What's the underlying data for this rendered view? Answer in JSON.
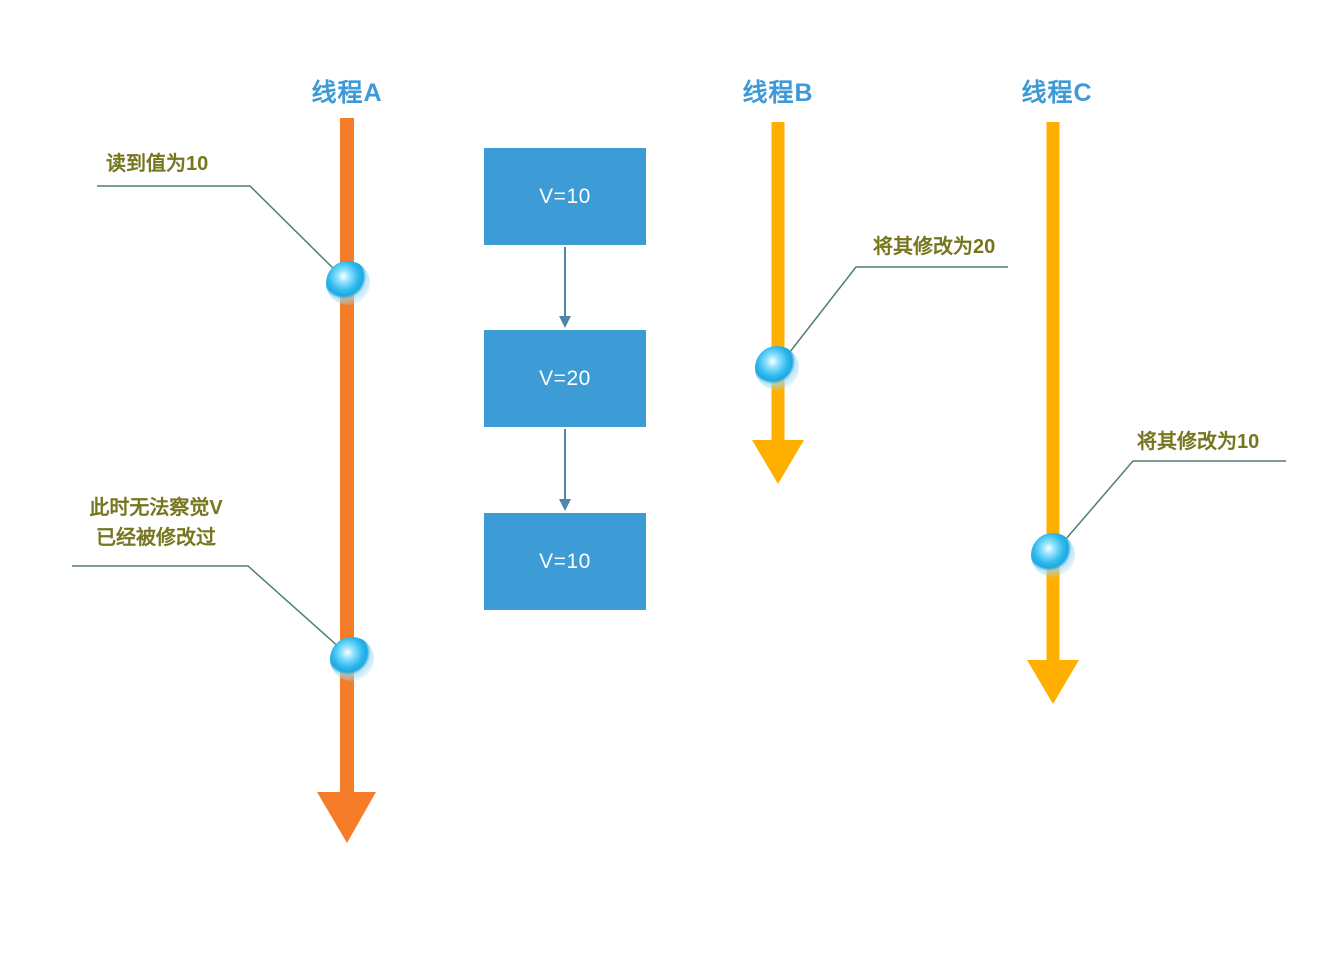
{
  "threads": [
    {
      "id": "A",
      "label": "线程A"
    },
    {
      "id": "B",
      "label": "线程B"
    },
    {
      "id": "C",
      "label": "线程C"
    }
  ],
  "value_boxes": [
    {
      "label": "V=10"
    },
    {
      "label": "V=20"
    },
    {
      "label": "V=10"
    }
  ],
  "annotations": [
    {
      "text": "读到值为10"
    },
    {
      "lines": [
        "此时无法察觉V",
        "已经被修改过"
      ]
    },
    {
      "text": "将其修改为20"
    },
    {
      "text": "将其修改为10"
    }
  ],
  "colors": {
    "thread_a_arrow": "#F57D2A",
    "thread_b_arrow": "#FFAF00",
    "thread_c_arrow": "#FFAF00",
    "value_box_fill": "#3D9BD6",
    "value_box_text": "#FFFFFF",
    "thread_label_text": "#3E9AD6",
    "annotation_text": "#76761F",
    "leader_line": "#4E7F75",
    "box_connector": "#4E86A8",
    "marker_dot": "#1FA8E0"
  }
}
